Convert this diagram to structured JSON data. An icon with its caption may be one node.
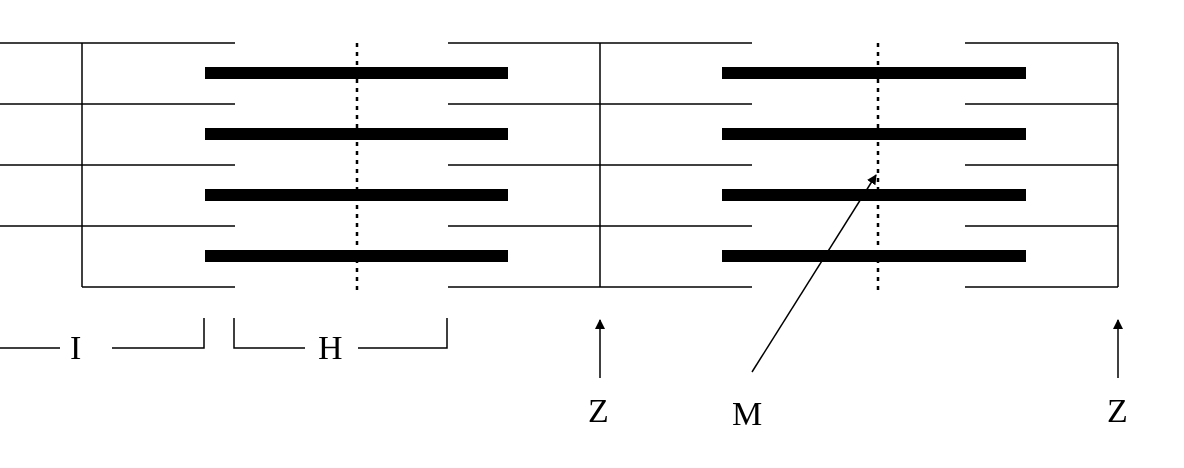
{
  "diagram": {
    "nodes": [
      {
        "text": [],
        "shape": "line"
      },
      {
        "text": [],
        "shape": "line"
      },
      {
        "text": [],
        "shape": "line"
      },
      {
        "text": [
          "Z"
        ]
      },
      {
        "text": [
          "M"
        ]
      },
      {
        "text": [
          "Z"
        ]
      }
    ],
    "edges": [
      {
        "from": 3,
        "to": 0,
        "arrow": "to"
      },
      {
        "from": 4,
        "to": 1,
        "arrow": "to"
      },
      {
        "from": 5,
        "to": 2,
        "arrow": "to"
      }
    ],
    "labels": [
      "I",
      "H"
    ]
  }
}
